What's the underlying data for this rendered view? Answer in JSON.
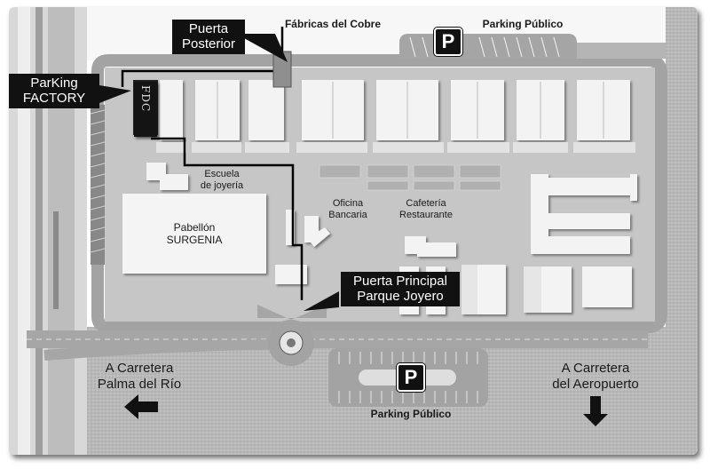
{
  "map": {
    "top_label": "Fábricas del Cobre",
    "parking_top": "Parking Público",
    "parking_bottom": "Parking Público",
    "parking_logo": "P",
    "callouts": {
      "puerta_posterior": [
        "Puerta",
        "Posterior"
      ],
      "parking_factory": [
        "ParKing",
        "FACTORY"
      ],
      "puerta_principal": [
        "Puerta Principal",
        "Parque Joyero"
      ]
    },
    "buildings": {
      "escuela": [
        "Escuela",
        "de joyería"
      ],
      "pabellon": [
        "Pabellón",
        "SURGENIA"
      ],
      "oficina": [
        "Oficina",
        "Bancaria"
      ],
      "cafeteria": [
        "Cafetería",
        "Restaurante"
      ],
      "factory_logo": "FDC"
    },
    "directions": {
      "left": [
        "A Carretera",
        "Palma del Río"
      ],
      "right": [
        "A Carretera",
        "del Aeropuerto"
      ]
    },
    "arrow_left_icon": "arrow-left-icon",
    "arrow_down_icon": "arrow-down-icon",
    "colors": {
      "road": "#9a9a9a",
      "ground": "#c9c9c9",
      "building": "#f2f2f2",
      "route_line": "#000000",
      "callout_bg": "#111111"
    }
  }
}
